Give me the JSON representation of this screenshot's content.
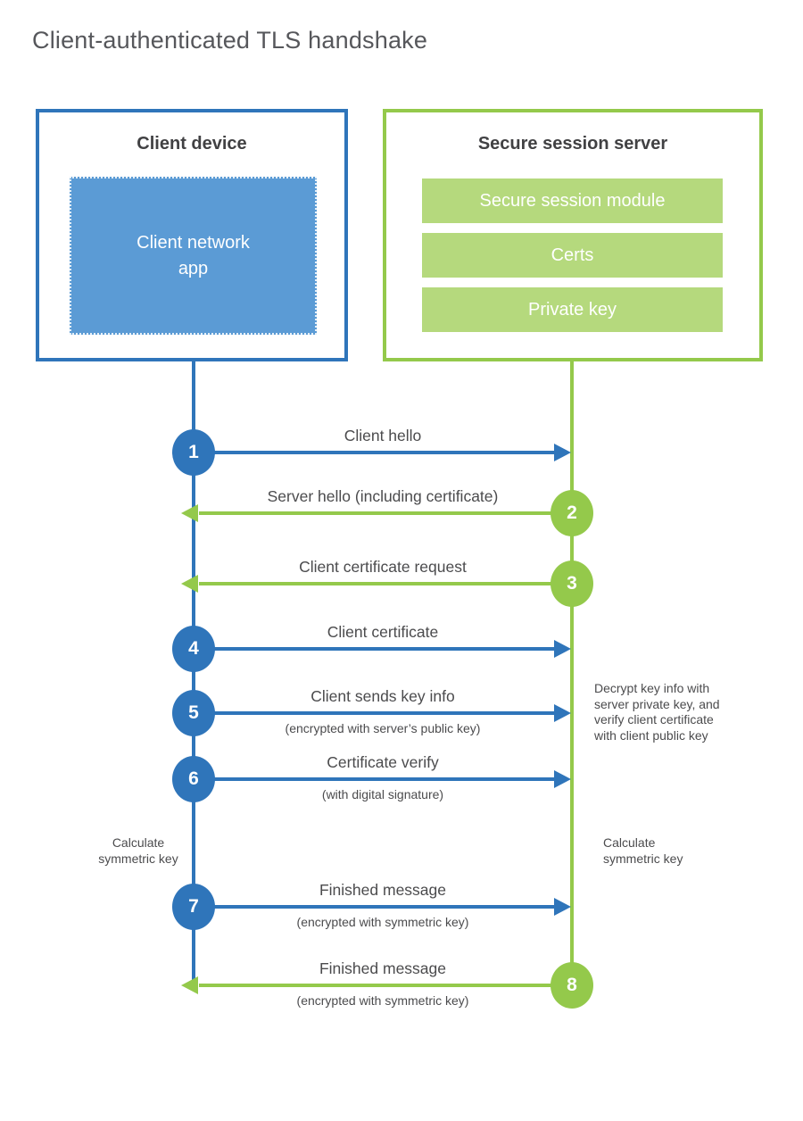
{
  "title": "Client-authenticated TLS handshake",
  "client_box": {
    "title": "Client device",
    "app_label": "Client network\napp"
  },
  "server_box": {
    "title": "Secure session server",
    "modules": [
      "Secure session module",
      "Certs",
      "Private key"
    ]
  },
  "steps": [
    {
      "num": "1",
      "label": "Client hello",
      "direction": "client-to-server"
    },
    {
      "num": "2",
      "label": "Server hello (including certificate)",
      "direction": "server-to-client"
    },
    {
      "num": "3",
      "label": "Client certificate request",
      "direction": "server-to-client"
    },
    {
      "num": "4",
      "label": "Client certificate",
      "direction": "client-to-server"
    },
    {
      "num": "5",
      "label": "Client sends key info",
      "sub": "(encrypted with server’s public key)",
      "direction": "client-to-server"
    },
    {
      "num": "6",
      "label": "Certificate verify",
      "sub": "(with digital signature)",
      "direction": "client-to-server"
    },
    {
      "num": "7",
      "label": "Finished message",
      "sub": "(encrypted with symmetric key)",
      "direction": "client-to-server"
    },
    {
      "num": "8",
      "label": "Finished message",
      "sub": "(encrypted with symmetric key)",
      "direction": "server-to-client"
    }
  ],
  "annotations": {
    "decrypt_note": "Decrypt key info with\nserver private key, and\nverify client certificate\nwith client public key",
    "calc_left": "Calculate\nsymmetric key",
    "calc_right": "Calculate\nsymmetric key"
  },
  "colors": {
    "blue": "#2f75ba",
    "blue_fill": "#5b9bd5",
    "green": "#94c94b",
    "green_fill": "#b5d97d"
  }
}
